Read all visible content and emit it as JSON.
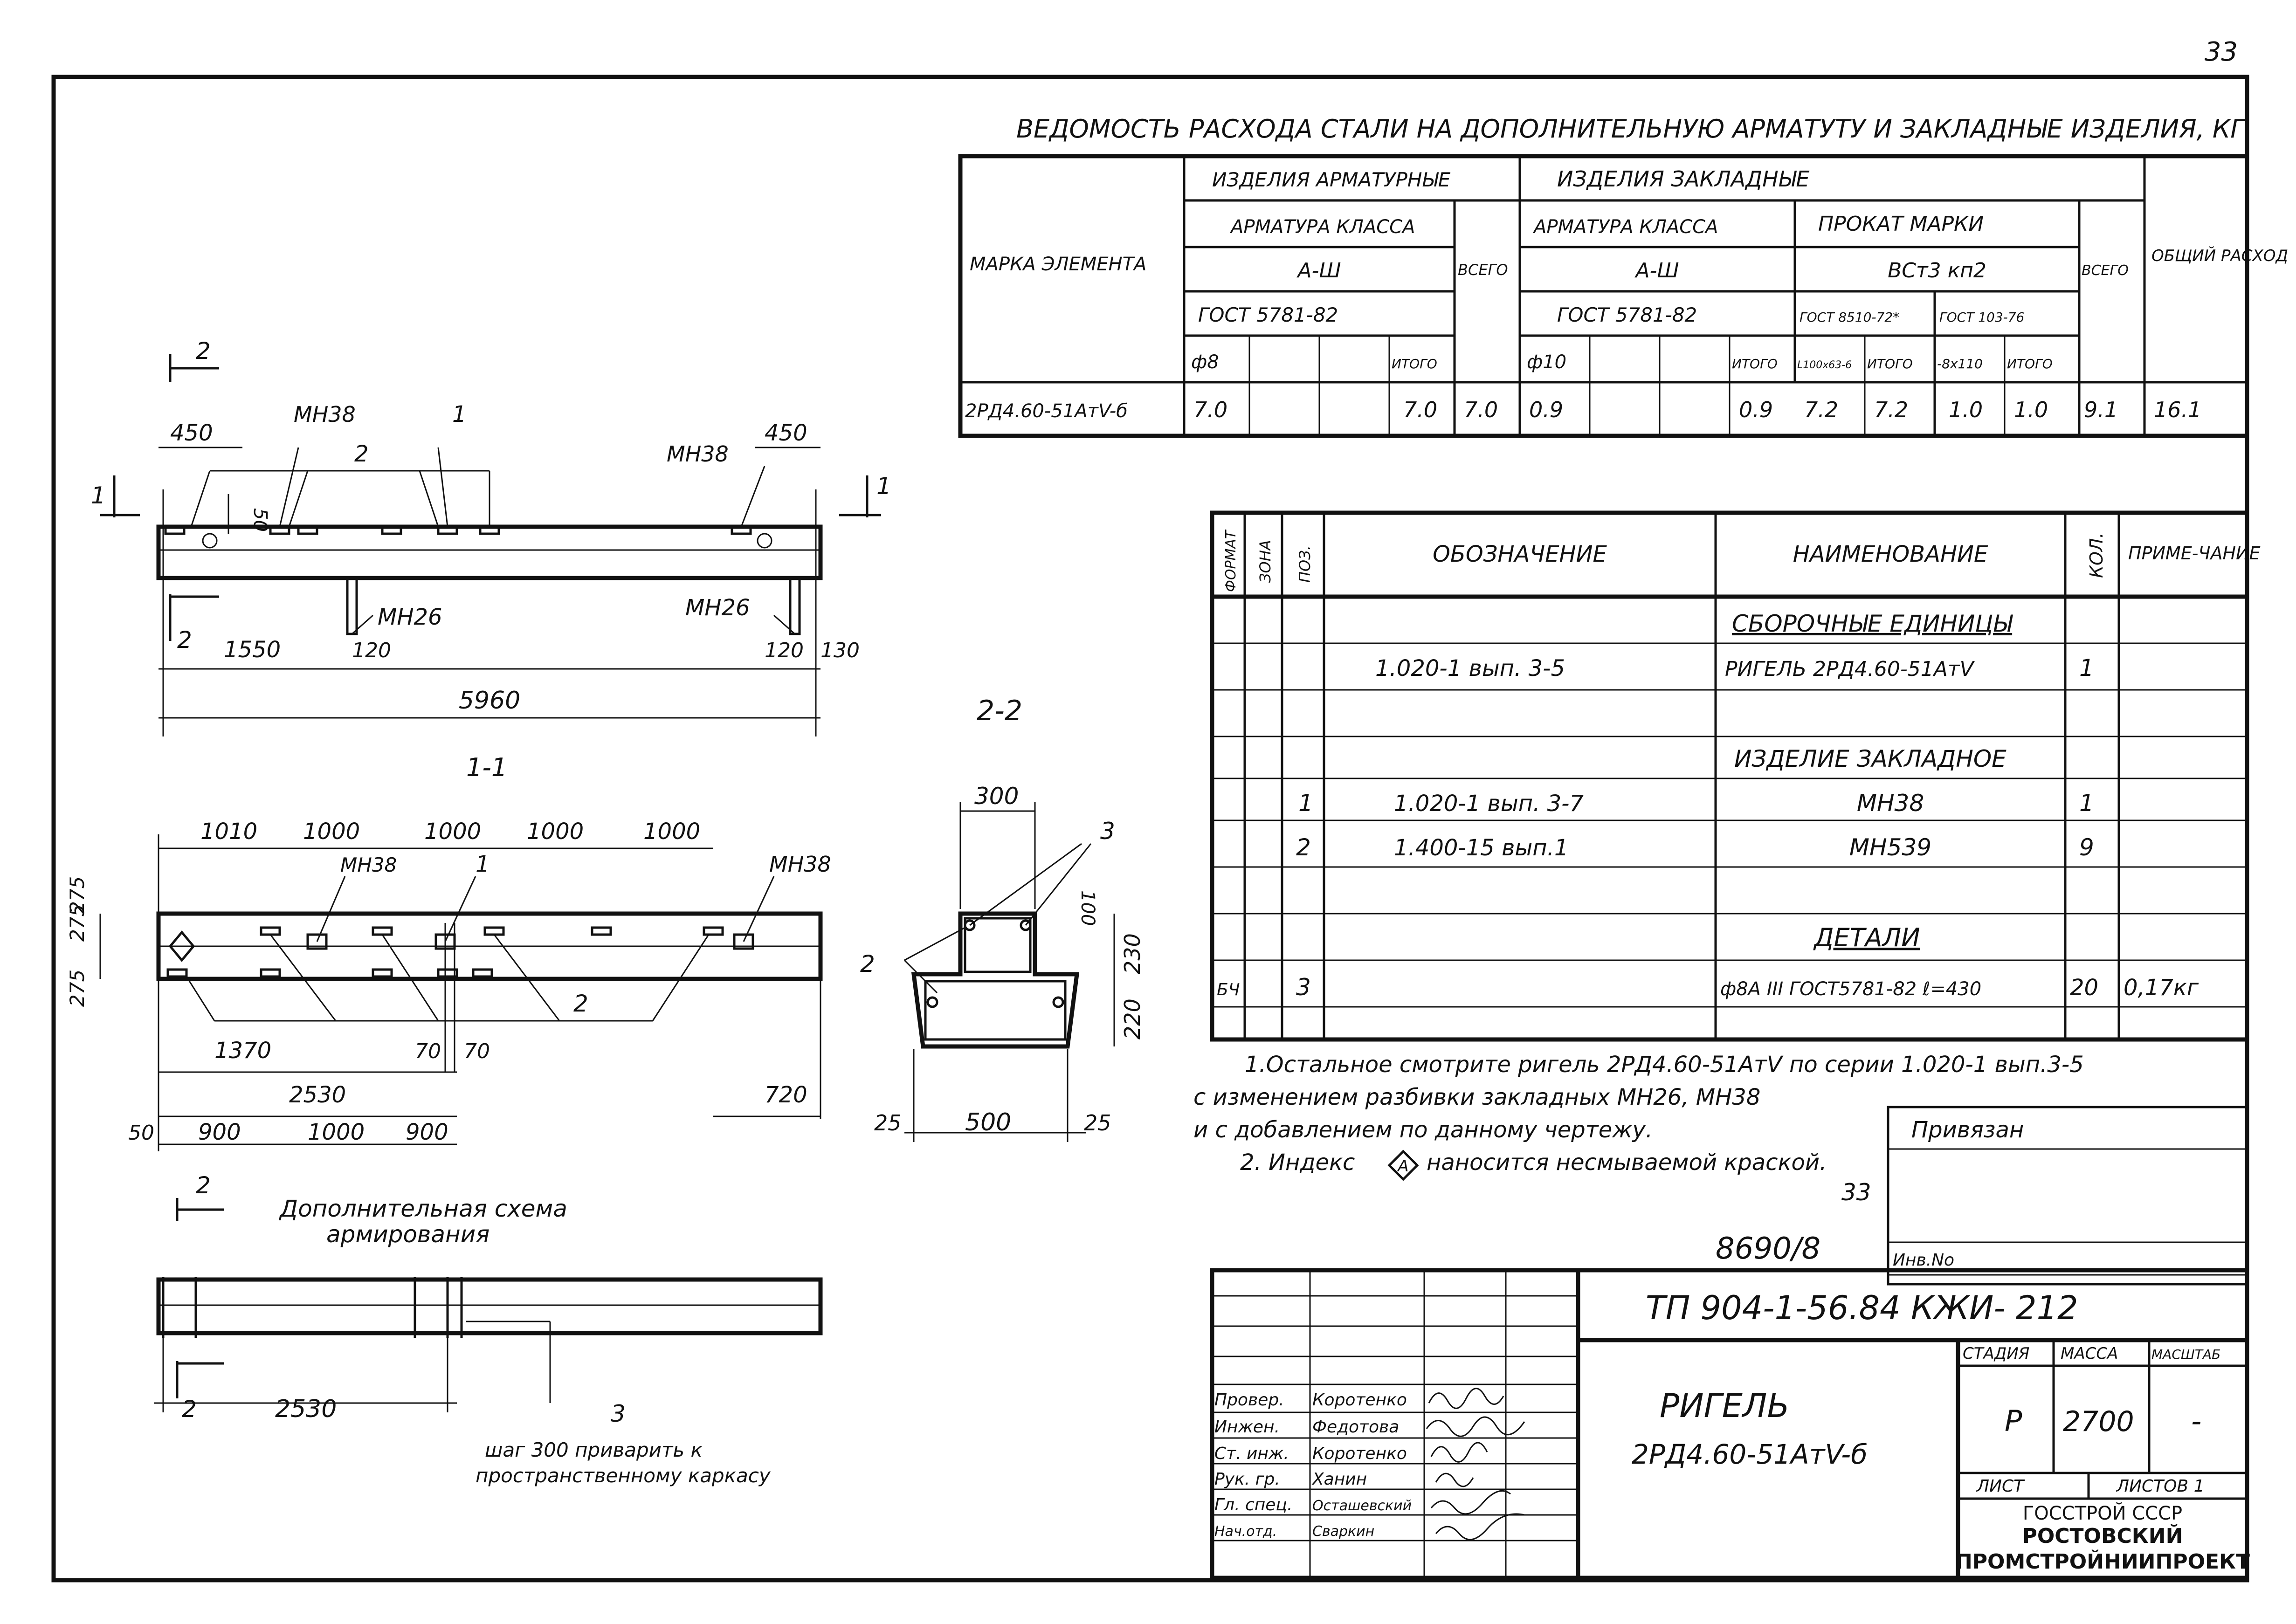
{
  "page_number": "33",
  "steel_table": {
    "title": "ВЕДОМОСТЬ РАСХОДА СТАЛИ НА ДОПОЛНИТЕЛЬНУЮ АРМАТУТУ И ЗАКЛАДНЫЕ ИЗДЕЛИЯ, КГ",
    "h_mark": "МАРКА ЭЛЕМЕНТА",
    "h_rebar_items": "ИЗДЕЛИЯ АРМАТУРНЫЕ",
    "h_embedded_items": "ИЗДЕЛИЯ ЗАКЛАДНЫЕ",
    "h_rebar_class": "АРМАТУРА КЛАССА",
    "h_rebar_class2": "АРМАТУРА КЛАССА",
    "h_rolled": "ПРОКАТ МАРКИ",
    "h_class_a3": "А-Ш",
    "h_class_a3b": "А-Ш",
    "h_vst": "ВСт3 кп2",
    "h_gost1": "ГОСТ 5781-82",
    "h_gost2": "ГОСТ 5781-82",
    "h_gost3": "ГОСТ 8510-72*",
    "h_gost4": "ГОСТ 103-76",
    "h_total1": "ВСЕГО",
    "h_total2": "ВСЕГО",
    "h_overall": "ОБЩИЙ РАСХОД",
    "h_d8": "ф8",
    "h_d10": "ф10",
    "h_itogo1": "ИТОГО",
    "h_itogo2": "ИТОГО",
    "h_angle": "L100x63-6",
    "h_itogo3": "ИТОГО",
    "h_plate": "-8х110",
    "h_itogo4": "ИТОГО",
    "row": {
      "mark": "2РД4.60-51АтV-б",
      "d8": "7.0",
      "itogo1": "7.0",
      "total1": "7.0",
      "d10": "0.9",
      "itogo2": "0.9",
      "angle": "7.2",
      "itogo3": "7.2",
      "plate": "1.0",
      "itogo4": "1.0",
      "total2": "9.1",
      "overall": "16.1"
    }
  },
  "spec_table": {
    "h_format": "ФОРМАТ",
    "h_zone": "ЗОНА",
    "h_pos": "ПОЗ.",
    "h_designation": "ОБОЗНАЧЕНИЕ",
    "h_name": "НАИМЕНОВАНИЕ",
    "h_qty": "КОЛ.",
    "h_note": "ПРИМЕ-ЧАНИЕ",
    "sec_assembly": "СБОРОЧНЫЕ ЕДИНИЦЫ",
    "r1_des": "1.020-1 вып. 3-5",
    "r1_name": "РИГЕЛЬ 2РД4.60-51АтV",
    "r1_qty": "1",
    "sec_embedded": "ИЗДЕЛИЕ ЗАКЛАДНОЕ",
    "r2_pos": "1",
    "r2_des": "1.020-1 вып. 3-7",
    "r2_name": "МН38",
    "r2_qty": "1",
    "r3_pos": "2",
    "r3_des": "1.400-15 вып.1",
    "r3_name": "МН539",
    "r3_qty": "9",
    "sec_details": "ДЕТАЛИ",
    "r4_fmt": "БЧ",
    "r4_pos": "3",
    "r4_name": "ф8А III ГОСТ5781-82 ℓ=430",
    "r4_qty": "20",
    "r4_note": "0,17кг"
  },
  "notes": {
    "n1a": "1.Остальное смотрите ригель 2РД4.60-51АтV по серии 1.020-1 вып.3-5",
    "n1b": "с изменением разбивки закладных МН26, МН38",
    "n1c": "и с добавлением по данному чертежу.",
    "n2a": "2. Индекс",
    "n2mark": "А",
    "n2b": "наносится несмываемой краской."
  },
  "stamp": {
    "privyazan": "Привязан",
    "sheet_ref": "33",
    "archive": "8690/8",
    "inv": "Инв.No",
    "code": "ТП 904-1-56.84 КЖИ- 212",
    "title1": "РИГЕЛЬ",
    "title2": "2РД4.60-51АтV-б",
    "h_stage": "СТАДИЯ",
    "h_mass": "МАССА",
    "h_scale": "МАСШТАБ",
    "stage": "Р",
    "mass": "2700",
    "scale": "-",
    "h_sheet": "ЛИСТ",
    "h_sheets": "ЛИСТОВ 1",
    "org1": "ГОССТРОЙ СССР",
    "org2": "РОСТОВСКИЙ",
    "org3": "ПРОМСТРОЙНИИПРОЕКТ",
    "roles": [
      "Провер.",
      "Инжен.",
      "Ст. инж.",
      "Рук. гр.",
      "Гл. спец.",
      "Нач.отд."
    ],
    "names": [
      "Коротенко",
      "Федотова",
      "Коротенко",
      "Ханин",
      "Осташевский",
      "Сваркин"
    ]
  },
  "views": {
    "cut2": "2",
    "cut1": "1",
    "elev": {
      "d450a": "450",
      "d450b": "450",
      "d50": "50",
      "mn38a": "МН38",
      "mn38b": "МН38",
      "p2": "2",
      "p1": "1",
      "mn26a": "МН26",
      "mn26b": "МН26",
      "d1550": "1550",
      "d120a": "120",
      "d120b": "120",
      "d130": "130",
      "d5960": "5960"
    },
    "plan": {
      "title": "1-1",
      "d1010": "1010",
      "d1000a": "1000",
      "d1000b": "1000",
      "d1000c": "1000",
      "d1000d": "1000",
      "mn38a": "МН38",
      "mn38b": "МН38",
      "p1": "1",
      "p2": "2",
      "d275a": "275",
      "d275b": "275",
      "d275c": "275",
      "d1370": "1370",
      "d70a": "70",
      "d70b": "70",
      "d2530": "2530",
      "d720": "720",
      "d50": "50",
      "d900a": "900",
      "d1000e": "1000",
      "d900b": "900"
    },
    "section": {
      "title": "2-2",
      "d300": "300",
      "p3": "3",
      "p2": "2",
      "d100": "100",
      "d230": "230",
      "d220": "220",
      "d25a": "25",
      "d500": "500",
      "d25b": "25"
    },
    "extra": {
      "title1": "Дополнительная схема",
      "title2": "армирования",
      "d2530": "2530",
      "p3": "3",
      "note1": "шаг 300 приварить к",
      "note2": "пространственному каркасу"
    }
  }
}
